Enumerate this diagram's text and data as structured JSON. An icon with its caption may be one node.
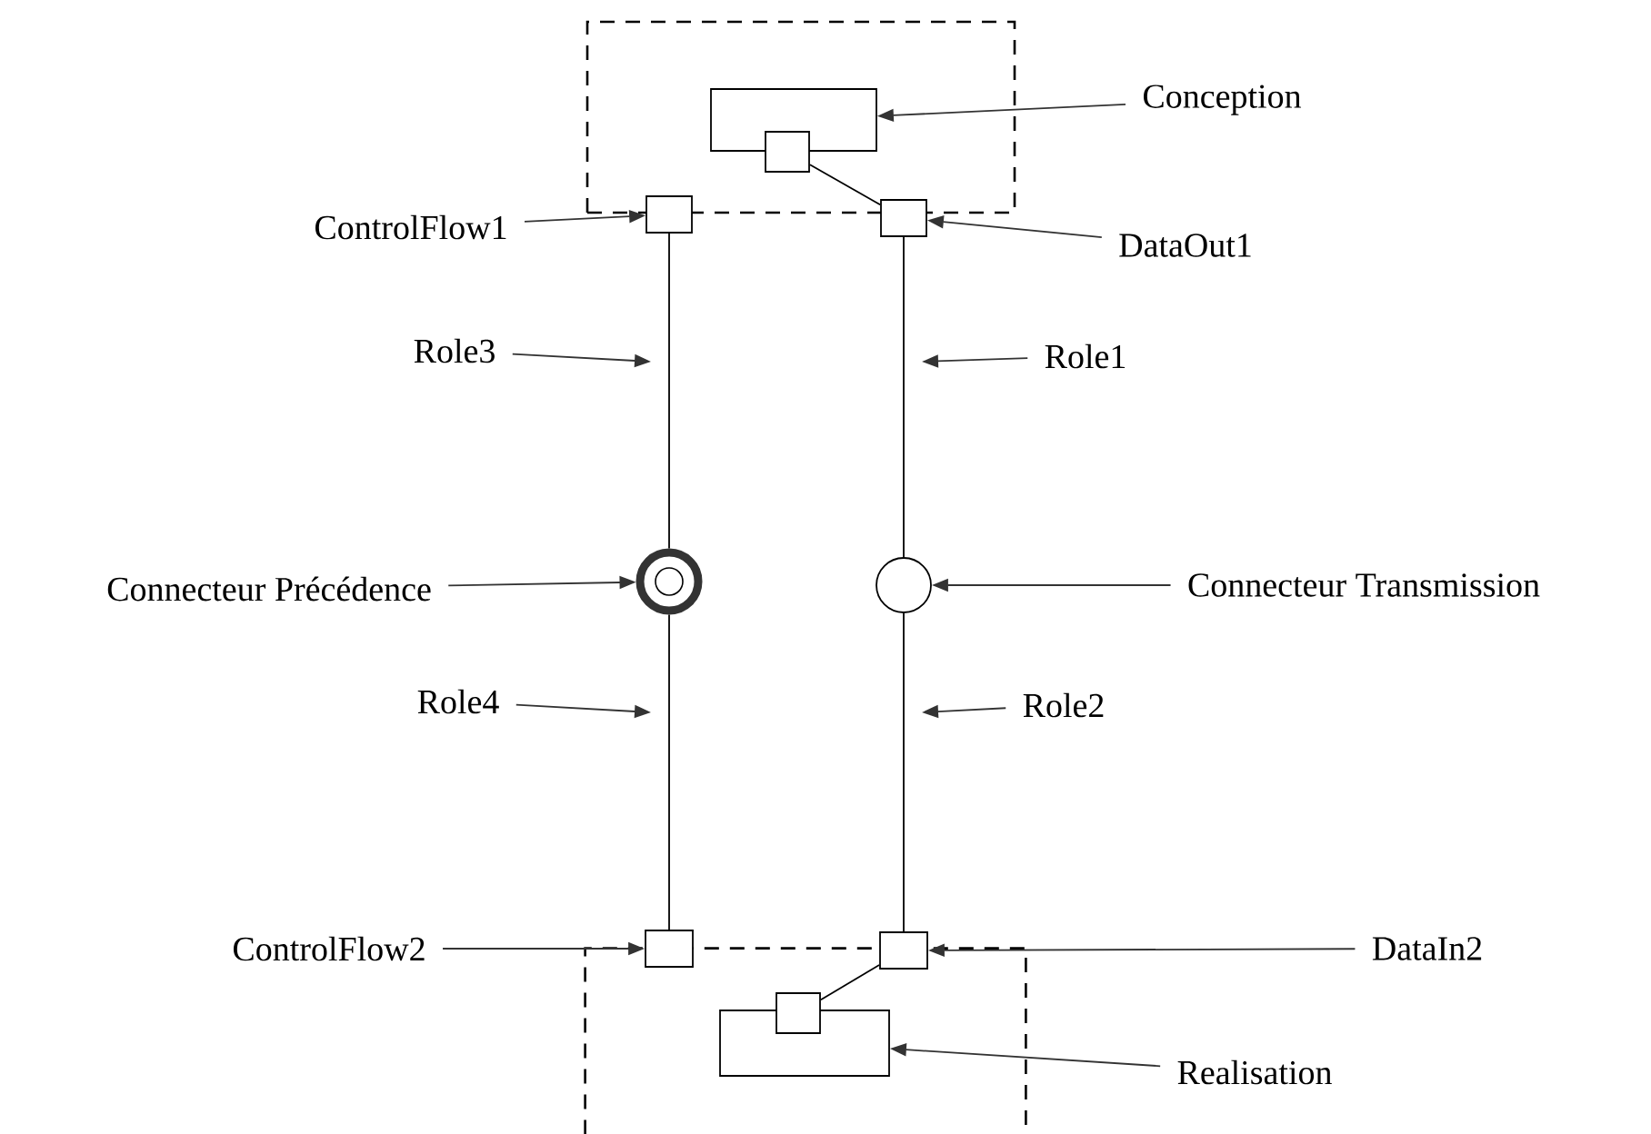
{
  "diagram": {
    "nodes": [
      {
        "text": [],
        "shape": "box"
      },
      {
        "text": [],
        "shape": "box",
        "in": 0
      },
      {
        "text": [],
        "shape": "box",
        "in": 0
      },
      {
        "text": [],
        "shape": "box"
      },
      {
        "text": [],
        "shape": "box"
      },
      {
        "text": [],
        "shape": "circle"
      },
      {
        "text": [],
        "shape": "circle"
      },
      {
        "text": [],
        "shape": "box"
      },
      {
        "text": [],
        "shape": "box"
      },
      {
        "text": [],
        "shape": "box"
      },
      {
        "text": [],
        "shape": "box",
        "in": 9
      },
      {
        "text": [],
        "shape": "box",
        "in": 9
      },
      {
        "text": [
          "Conception"
        ]
      },
      {
        "text": [
          "ControlFlow1"
        ]
      },
      {
        "text": [
          "DataOut1"
        ]
      },
      {
        "text": [
          "Role3"
        ]
      },
      {
        "text": [
          "Role1"
        ]
      },
      {
        "text": [
          "Connecteur Précédence"
        ]
      },
      {
        "text": [
          "Connecteur  Transmission"
        ]
      },
      {
        "text": [
          "Role4"
        ]
      },
      {
        "text": [
          "Role2"
        ]
      },
      {
        "text": [
          "ControlFlow2"
        ]
      },
      {
        "text": [
          "DataIn2"
        ]
      },
      {
        "text": [
          "Realisation"
        ]
      }
    ],
    "edges": [
      {
        "from": 3,
        "to": 5,
        "arrow": "none"
      },
      {
        "from": 5,
        "to": 7,
        "arrow": "none"
      },
      {
        "from": 4,
        "to": 6,
        "arrow": "none"
      },
      {
        "from": 6,
        "to": 8,
        "arrow": "none"
      },
      {
        "from": 2,
        "to": 4,
        "arrow": "none"
      },
      {
        "from": 8,
        "to": 11,
        "arrow": "none"
      },
      {
        "from": 12,
        "to": 1,
        "arrow": "to"
      },
      {
        "from": 13,
        "to": 3,
        "arrow": "to"
      },
      {
        "from": 14,
        "to": 4,
        "arrow": "to"
      },
      {
        "from": 15,
        "to": null,
        "arrow": "to"
      },
      {
        "from": 16,
        "to": null,
        "arrow": "to"
      },
      {
        "from": 17,
        "to": 5,
        "arrow": "to"
      },
      {
        "from": 18,
        "to": 6,
        "arrow": "to"
      },
      {
        "from": 19,
        "to": null,
        "arrow": "to"
      },
      {
        "from": 20,
        "to": null,
        "arrow": "to"
      },
      {
        "from": 21,
        "to": 7,
        "arrow": "to"
      },
      {
        "from": 22,
        "to": 8,
        "arrow": "to"
      },
      {
        "from": 23,
        "to": 10,
        "arrow": "to"
      }
    ]
  }
}
